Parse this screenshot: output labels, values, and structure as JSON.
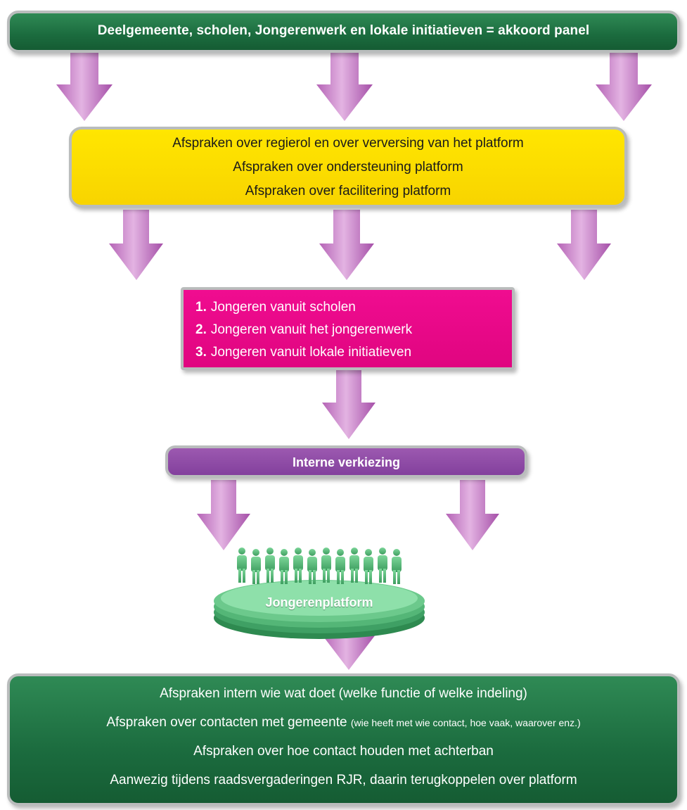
{
  "header": {
    "title": "Deelgemeente, scholen, Jongerenwerk en lokale initiatieven = akkoord panel"
  },
  "agreements": {
    "lines": [
      "Afspraken over regierol en over verversing van het platform",
      "Afspraken over ondersteuning platform",
      "Afspraken over facilitering platform"
    ]
  },
  "youth_sources": {
    "items": [
      {
        "num": "1.",
        "label": "Jongeren vanuit scholen"
      },
      {
        "num": "2.",
        "label": "Jongeren vanuit het jongerenwerk"
      },
      {
        "num": "3.",
        "label": "Jongeren vanuit lokale initiatieven"
      }
    ]
  },
  "election": {
    "label": "Interne verkiezing"
  },
  "platform": {
    "label": "Jongerenplatform"
  },
  "internal_agreements": {
    "lines": [
      {
        "text": "Afspraken intern wie wat doet (welke functie of welke indeling)",
        "note": ""
      },
      {
        "text": "Afspraken over contacten met gemeente",
        "note": "(wie heeft met wie contact, hoe vaak, waarover enz.)"
      },
      {
        "text": "Afspraken over hoe contact houden met achterban",
        "note": ""
      },
      {
        "text": "Aanwezig tijdens raadsvergaderingen RJR, daarin terugkoppelen over platform",
        "note": ""
      }
    ]
  },
  "colors": {
    "green": "#1b6b3e",
    "yellow": "#ffe600",
    "pink": "#e8078a",
    "purple": "#8e4aa6",
    "arrow": "#c77dc6"
  }
}
